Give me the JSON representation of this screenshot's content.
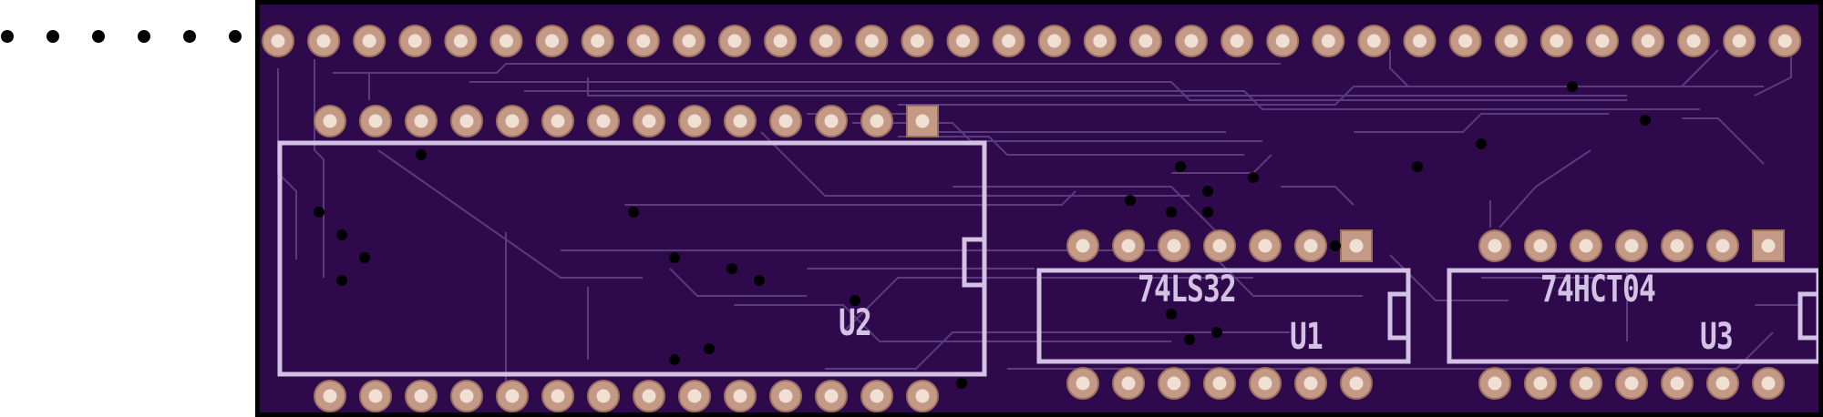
{
  "board": {
    "colors": {
      "substrate": "#2e0a4d",
      "trace": "#5a3b7e",
      "silkscreen": "#d3c2e3",
      "pad": "#c49a86",
      "pad_ring": "#9a6f5b",
      "hole": "#f0e0d4",
      "via": "#000000",
      "edge": "#000000"
    }
  },
  "labels": {
    "u1_part": "74LS32",
    "u1_ref": "U1",
    "u2_ref": "U2",
    "u3_part": "74HCT04",
    "u3_ref": "U3"
  }
}
